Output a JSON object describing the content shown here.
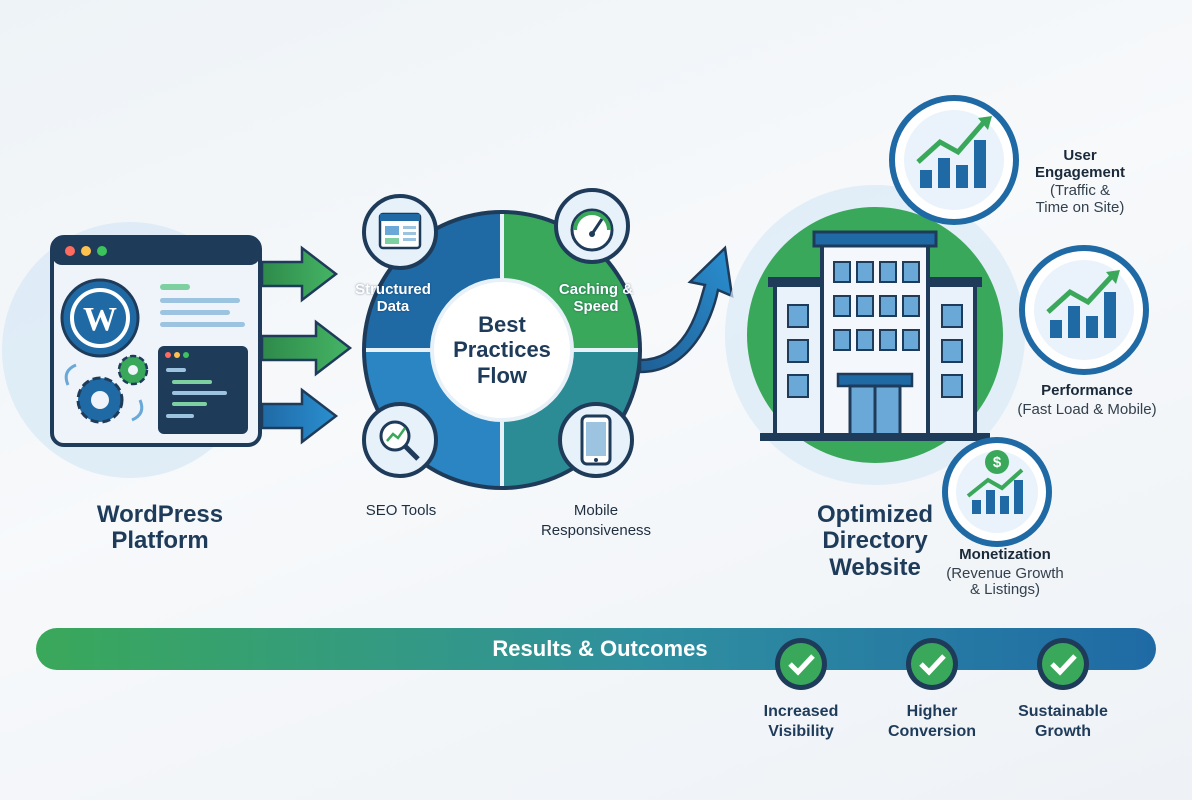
{
  "source": {
    "title": "WordPress\nPlatform"
  },
  "flow": {
    "center": "Best\nPractices\nFlow",
    "segments": {
      "structured_data": "Structured\nData",
      "caching": "Caching &\nSpeed",
      "seo": "SEO Tools",
      "mobile": "Mobile\nResponsiveness"
    }
  },
  "target": {
    "title": "Optimized\nDirectory\nWebsite"
  },
  "metrics": [
    {
      "title": "User\nEngagement",
      "subtitle": "(Traffic &\nTime on Site)"
    },
    {
      "title": "Performance",
      "subtitle": "(Fast Load & Mobile)"
    },
    {
      "title": "Monetization",
      "subtitle": "(Revenue Growth\n& Listings)"
    }
  ],
  "results": {
    "title": "Results & Outcomes",
    "outcomes": [
      {
        "label": "Increased\nVisibility"
      },
      {
        "label": "Higher\nConversion"
      },
      {
        "label": "Sustainable\nGrowth"
      }
    ]
  },
  "colors": {
    "green": "#3aa85a",
    "blue": "#1f6aa5",
    "navy": "#1f3b5a",
    "light_blue": "#d6e9f6"
  }
}
